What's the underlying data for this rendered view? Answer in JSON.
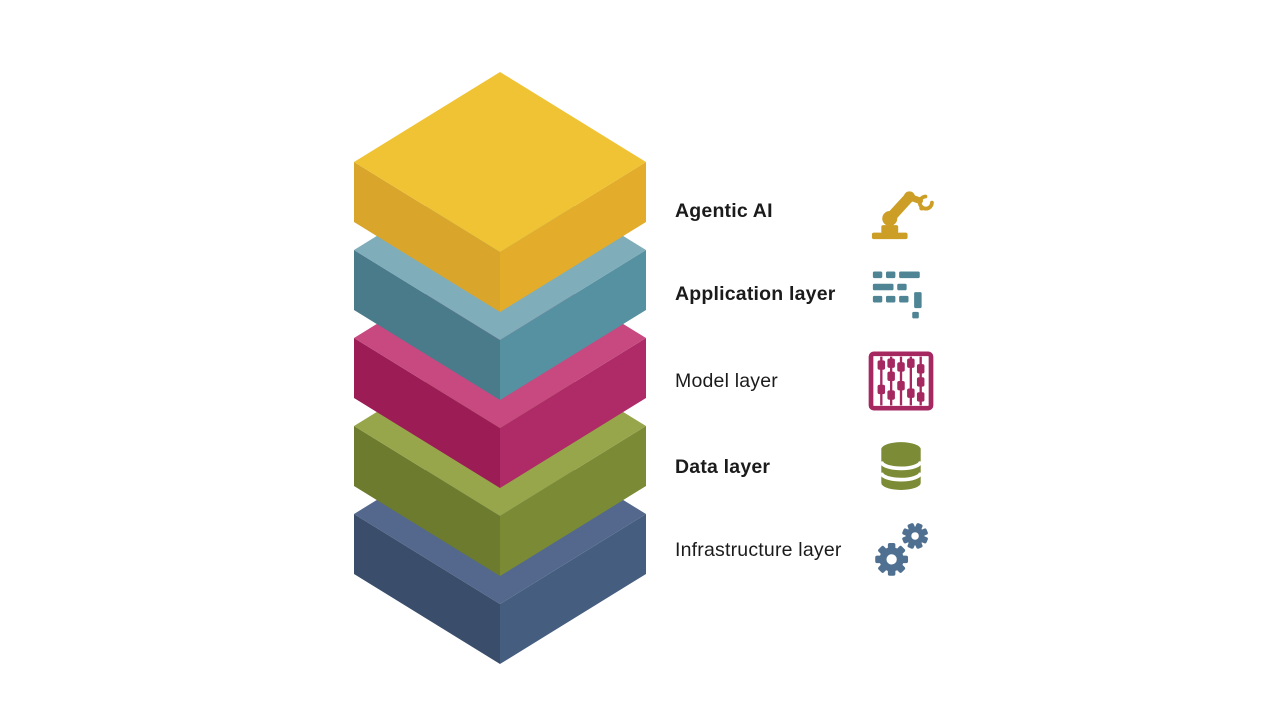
{
  "diagram": {
    "type": "isometric-stack",
    "layers": [
      {
        "label": "Agentic AI",
        "emphasis": "bold",
        "icon": "robot-arm-icon",
        "colors": {
          "top": "#F0C334",
          "left": "#D9A52A",
          "right": "#E3AD2B",
          "icon": "#CD9E26"
        }
      },
      {
        "label": "Application layer",
        "emphasis": "bold",
        "icon": "dashboard-grid-icon",
        "colors": {
          "top": "#7FADBA",
          "left": "#4A7B8B",
          "right": "#5691A1",
          "icon": "#4E8494"
        }
      },
      {
        "label": "Model layer",
        "emphasis": "regular",
        "icon": "abacus-icon",
        "colors": {
          "top": "#C84880",
          "left": "#9C1C56",
          "right": "#AE2B67",
          "icon": "#A52861"
        }
      },
      {
        "label": "Data layer",
        "emphasis": "bold",
        "icon": "database-icon",
        "colors": {
          "top": "#97A64B",
          "left": "#6C7B2D",
          "right": "#7B8B35",
          "icon": "#7C8B35"
        }
      },
      {
        "label": "Infrastructure layer",
        "emphasis": "regular",
        "icon": "gears-icon",
        "colors": {
          "top": "#53688C",
          "left": "#3A4E6C",
          "right": "#455E80",
          "icon": "#4F7090"
        }
      }
    ]
  }
}
